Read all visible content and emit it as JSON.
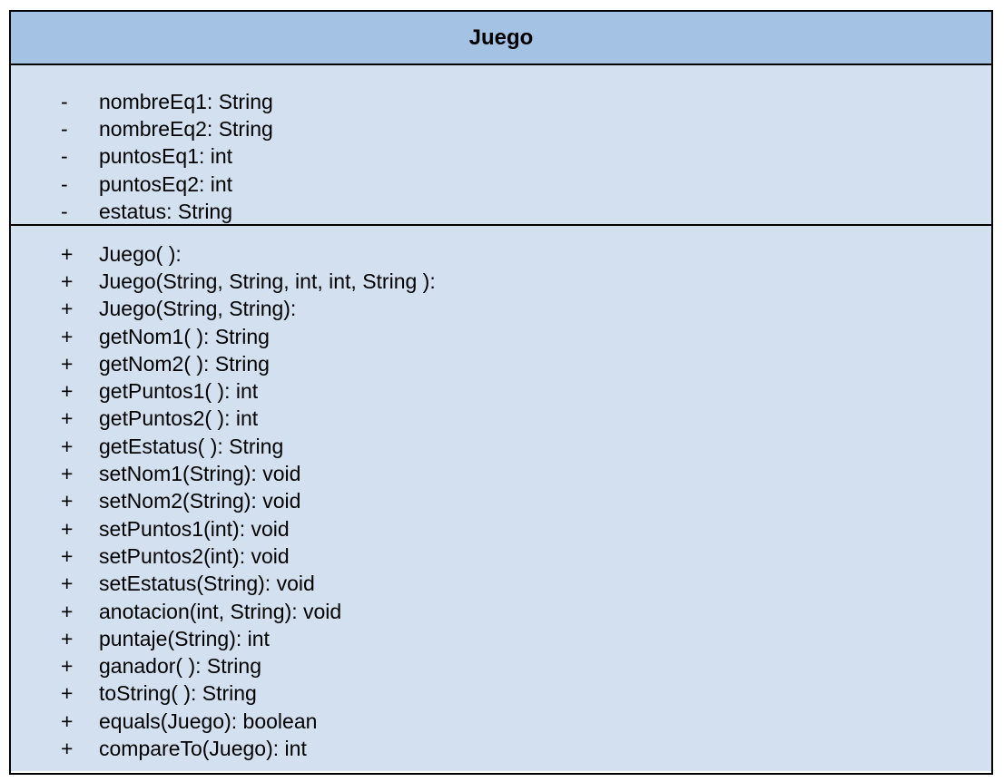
{
  "class": {
    "name": "Juego",
    "colors": {
      "header_fill": "#a4c2e4",
      "body_fill": "#d2e0f0",
      "border": "#000000"
    },
    "attributes": [
      {
        "visibility": "-",
        "signature": "nombreEq1: String"
      },
      {
        "visibility": "-",
        "signature": "nombreEq2: String"
      },
      {
        "visibility": "-",
        "signature": "puntosEq1: int"
      },
      {
        "visibility": "-",
        "signature": "puntosEq2: int"
      },
      {
        "visibility": "-",
        "signature": "estatus: String"
      }
    ],
    "operations": [
      {
        "visibility": "+",
        "signature": "Juego( ):"
      },
      {
        "visibility": "+",
        "signature": "Juego(String, String, int, int, String ):"
      },
      {
        "visibility": "+",
        "signature": "Juego(String, String):"
      },
      {
        "visibility": "+",
        "signature": "getNom1( ): String"
      },
      {
        "visibility": "+",
        "signature": "getNom2( ): String"
      },
      {
        "visibility": "+",
        "signature": "getPuntos1( ): int"
      },
      {
        "visibility": "+",
        "signature": "getPuntos2( ): int"
      },
      {
        "visibility": "+",
        "signature": "getEstatus( ): String"
      },
      {
        "visibility": "+",
        "signature": "setNom1(String): void"
      },
      {
        "visibility": "+",
        "signature": "setNom2(String): void"
      },
      {
        "visibility": "+",
        "signature": "setPuntos1(int): void"
      },
      {
        "visibility": "+",
        "signature": "setPuntos2(int): void"
      },
      {
        "visibility": "+",
        "signature": "setEstatus(String): void"
      },
      {
        "visibility": "+",
        "signature": "anotacion(int, String): void"
      },
      {
        "visibility": "+",
        "signature": "puntaje(String): int"
      },
      {
        "visibility": "+",
        "signature": "ganador( ): String"
      },
      {
        "visibility": "+",
        "signature": "toString( ): String"
      },
      {
        "visibility": "+",
        "signature": "equals(Juego): boolean"
      },
      {
        "visibility": "+",
        "signature": "compareTo(Juego): int"
      }
    ]
  }
}
